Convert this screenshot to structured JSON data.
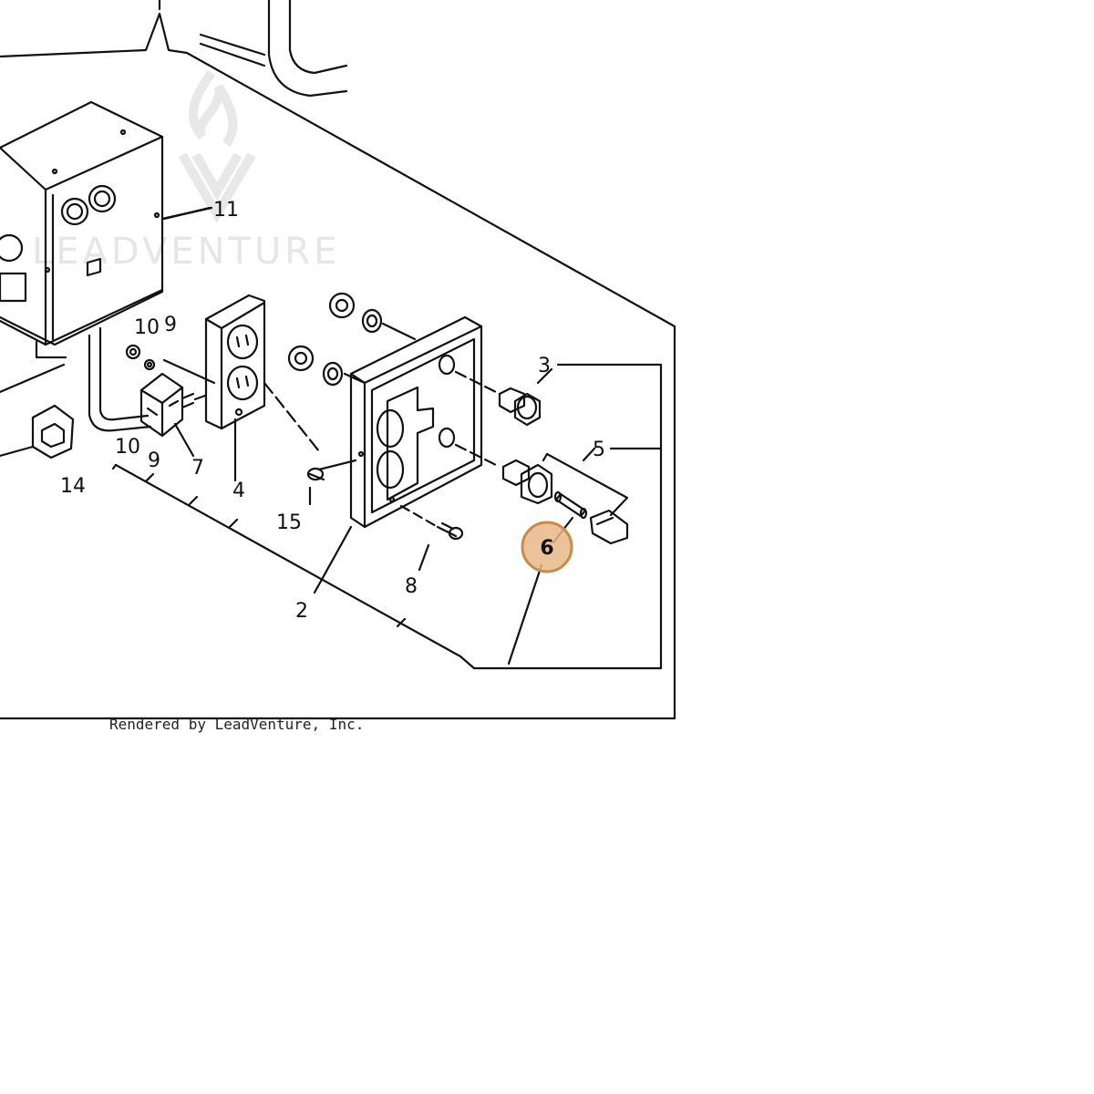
{
  "watermark": {
    "text": "LEADVENTURE",
    "icon": "flame-v-logo-icon",
    "color": "#e6e6e6"
  },
  "credit": "Rendered by LeadVenture, Inc.",
  "highlight": {
    "label": "6",
    "fill": "#e8b98a",
    "stroke": "#c98a4a"
  },
  "labels": {
    "l11": "11",
    "l10a": "10",
    "l9a": "9",
    "l10b": "10",
    "l9b": "9",
    "l7": "7",
    "l4": "4",
    "l14": "14",
    "l15": "15",
    "l2": "2",
    "l8": "8",
    "l3": "3",
    "l5": "5"
  }
}
